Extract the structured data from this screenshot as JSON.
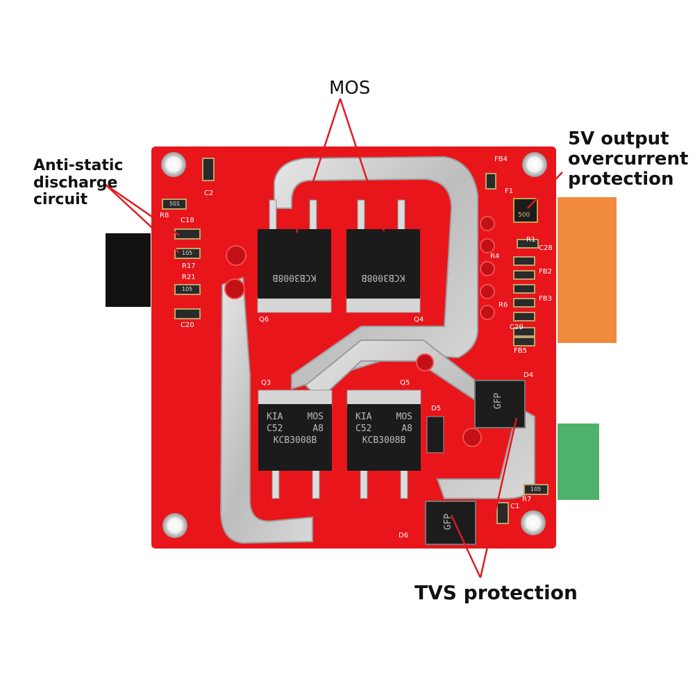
{
  "annotations": {
    "mos": "MOS",
    "anti_static": [
      "Anti-static",
      "discharge",
      "circuit"
    ],
    "output_protection": [
      "5V output",
      "overcurrent",
      "protection"
    ],
    "tvs": "TVS protection"
  },
  "board": {
    "mosfet_marking": [
      "KIA",
      "MOS",
      "C52",
      "A8",
      "KCB3008B"
    ],
    "mosfet_refs": [
      "Q6",
      "Q4",
      "Q3",
      "Q5"
    ],
    "tvs_marking": "GFP",
    "fuse_marking": "500",
    "resistor_marking": [
      "501",
      "105"
    ],
    "silkscreen": [
      "FB4",
      "F1",
      "R1",
      "C28",
      "R4",
      "FB2",
      "FB3",
      "R6",
      "C29",
      "FB5",
      "D4",
      "D5",
      "D6",
      "R7",
      "C1",
      "C2",
      "R8",
      "C18",
      "R17",
      "R21",
      "C20"
    ]
  },
  "colors": {
    "pcb": "#e8151b",
    "trace": "#c9c9c9",
    "connector_orange": "#f08a3c",
    "connector_green": "#4fb26a"
  }
}
